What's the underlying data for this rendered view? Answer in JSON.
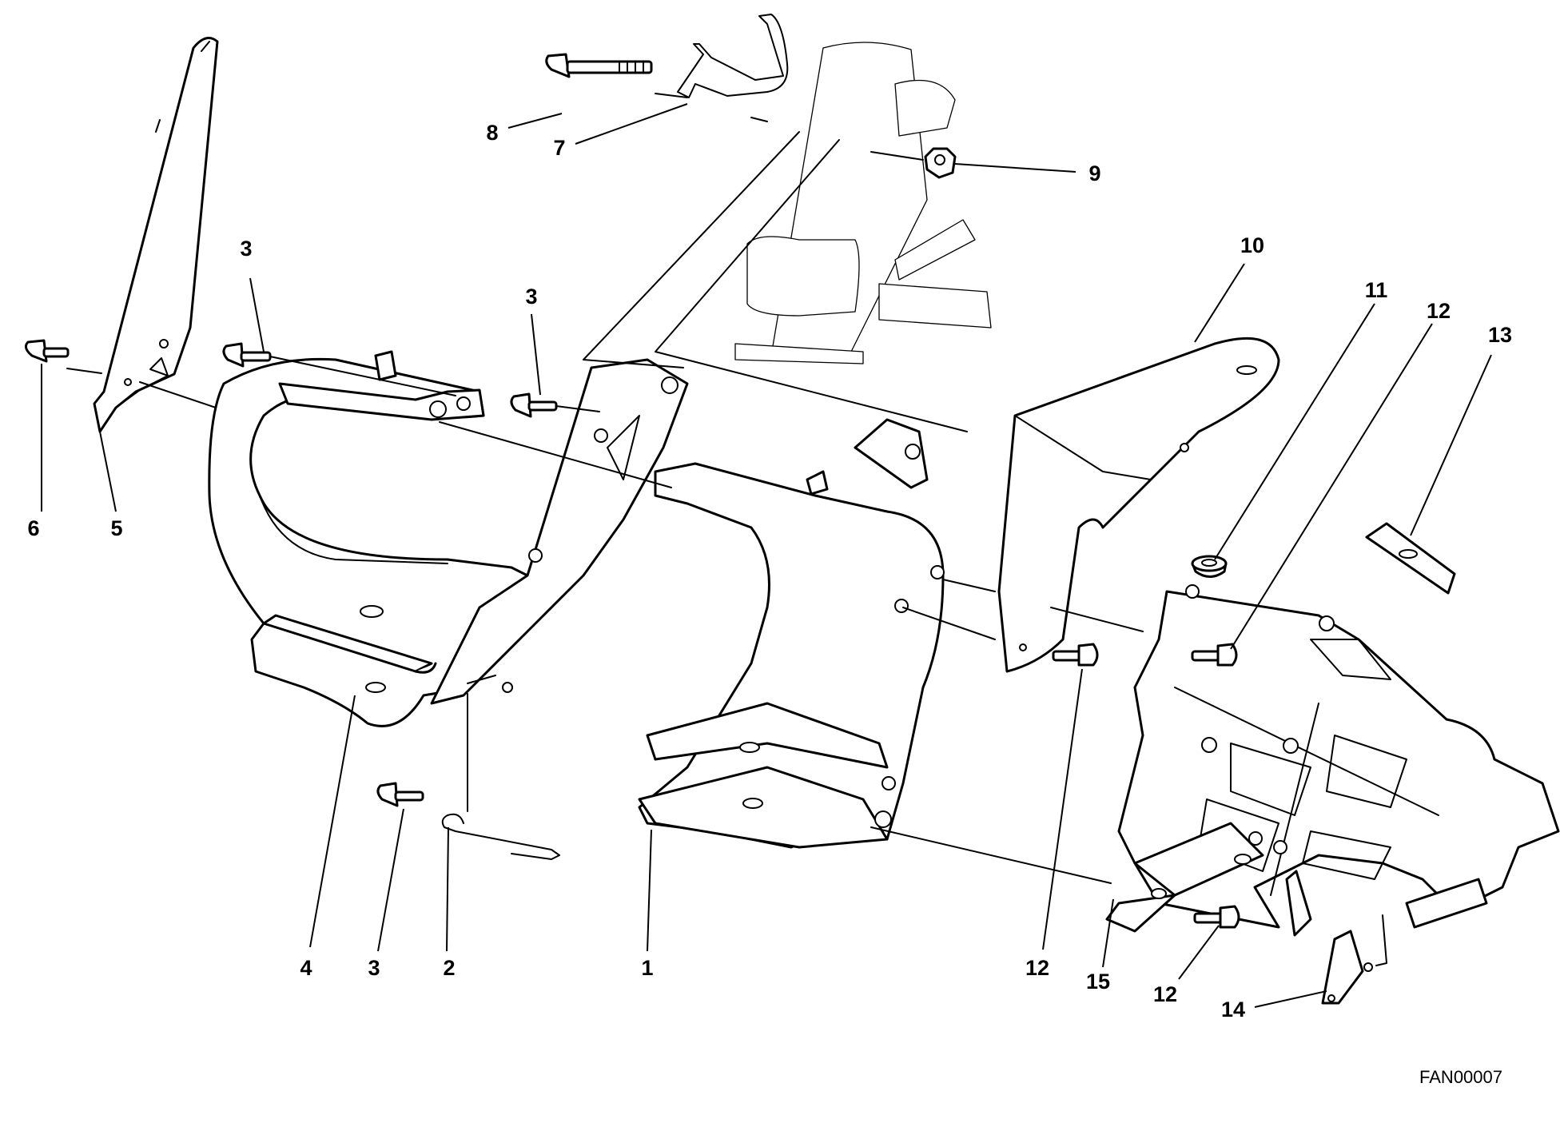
{
  "drawing_code": "FAN00007",
  "callouts": {
    "c1": "1",
    "c2": "2",
    "c3a": "3",
    "c3b": "3",
    "c3c": "3",
    "c4": "4",
    "c5": "5",
    "c6": "6",
    "c7": "7",
    "c8": "8",
    "c9": "9",
    "c10": "10",
    "c11": "11",
    "c12a": "12",
    "c12b": "12",
    "c12c": "12",
    "c13": "13",
    "c14": "14",
    "c15": "15"
  }
}
